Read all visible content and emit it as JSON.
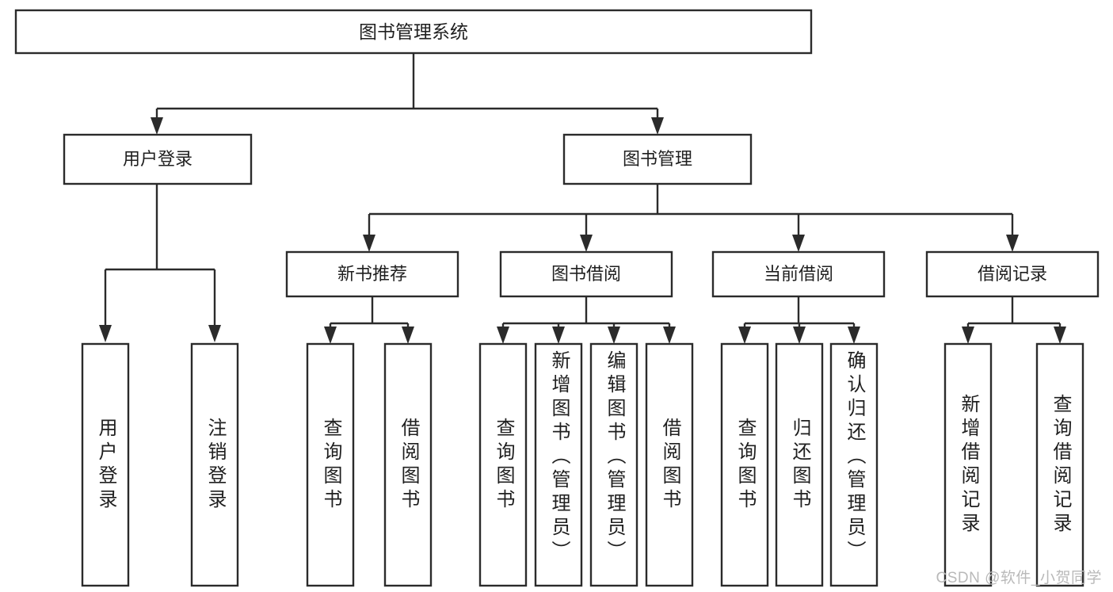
{
  "diagram": {
    "title": "图书管理系统",
    "type": "hierarchy-tree",
    "watermark": "CSDN @软件_小贺同学",
    "colors": {
      "box_stroke": "#2b2b2b",
      "box_fill": "#ffffff",
      "text": "#1f1f1f",
      "background": "#ffffff",
      "watermark": "#b9b9b9"
    },
    "root": {
      "label": "图书管理系统"
    },
    "level2": [
      {
        "label": "用户登录"
      },
      {
        "label": "图书管理"
      }
    ],
    "level3": [
      {
        "label": "新书推荐"
      },
      {
        "label": "图书借阅"
      },
      {
        "label": "当前借阅"
      },
      {
        "label": "借阅记录"
      }
    ],
    "leaves": {
      "user_login": [
        {
          "label": "用户登录"
        },
        {
          "label": "注销登录"
        }
      ],
      "new_book_recommend": [
        {
          "label": "查询图书"
        },
        {
          "label": "借阅图书"
        }
      ],
      "book_borrow": [
        {
          "label": "查询图书"
        },
        {
          "label": "新增图书（管理员）"
        },
        {
          "label": "编辑图书（管理员）"
        },
        {
          "label": "借阅图书"
        }
      ],
      "current_borrow": [
        {
          "label": "查询图书"
        },
        {
          "label": "归还图书"
        },
        {
          "label": "确认归还（管理员）"
        }
      ],
      "borrow_record": [
        {
          "label": "新增借阅记录"
        },
        {
          "label": "查询借阅记录"
        }
      ]
    }
  }
}
